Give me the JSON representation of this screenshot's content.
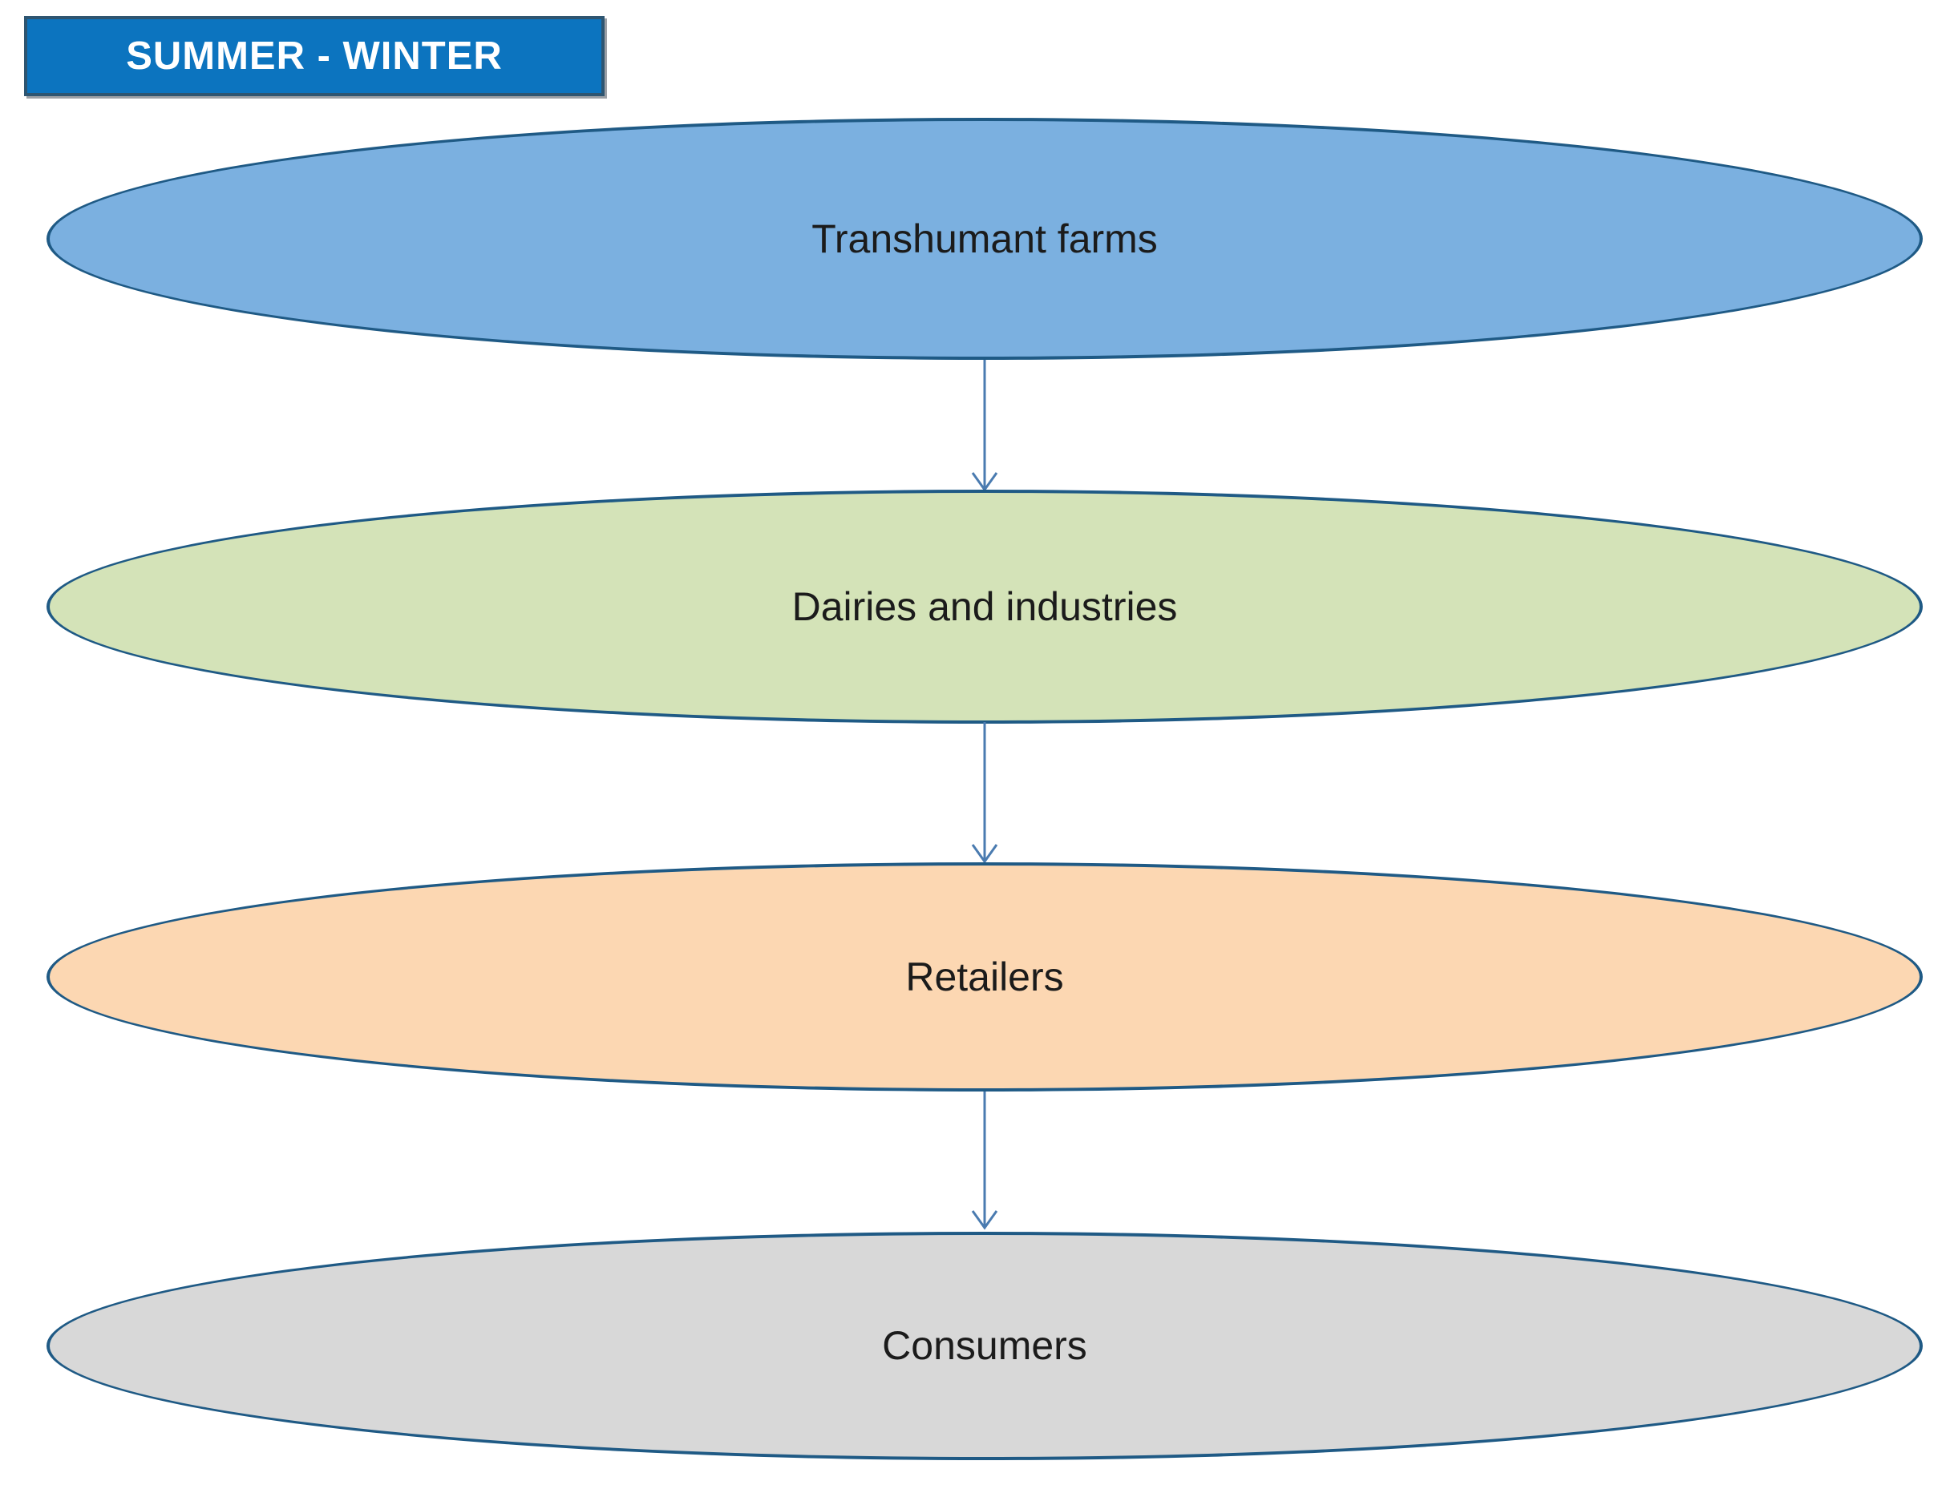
{
  "title_badge": {
    "label": "SUMMER - WINTER",
    "bg": "#0c74bf",
    "text_color": "#ffffff",
    "border_color": "#2e5571"
  },
  "diagram": {
    "border_color": "#1f5a85",
    "arrow_color": "#4a7bb0",
    "label_color": "#1b1b1b",
    "nodes": [
      {
        "id": "transhumant-farms",
        "label": "Transhumant farms",
        "fill": "#7bb0e0"
      },
      {
        "id": "dairies-and-industries",
        "label": "Dairies and industries",
        "fill": "#d4e3b8"
      },
      {
        "id": "retailers",
        "label": "Retailers",
        "fill": "#fcd7b2"
      },
      {
        "id": "consumers",
        "label": "Consumers",
        "fill": "#d8d8d8"
      }
    ],
    "edges": [
      {
        "from": "transhumant-farms",
        "to": "dairies-and-industries"
      },
      {
        "from": "dairies-and-industries",
        "to": "retailers"
      },
      {
        "from": "retailers",
        "to": "consumers"
      }
    ]
  }
}
